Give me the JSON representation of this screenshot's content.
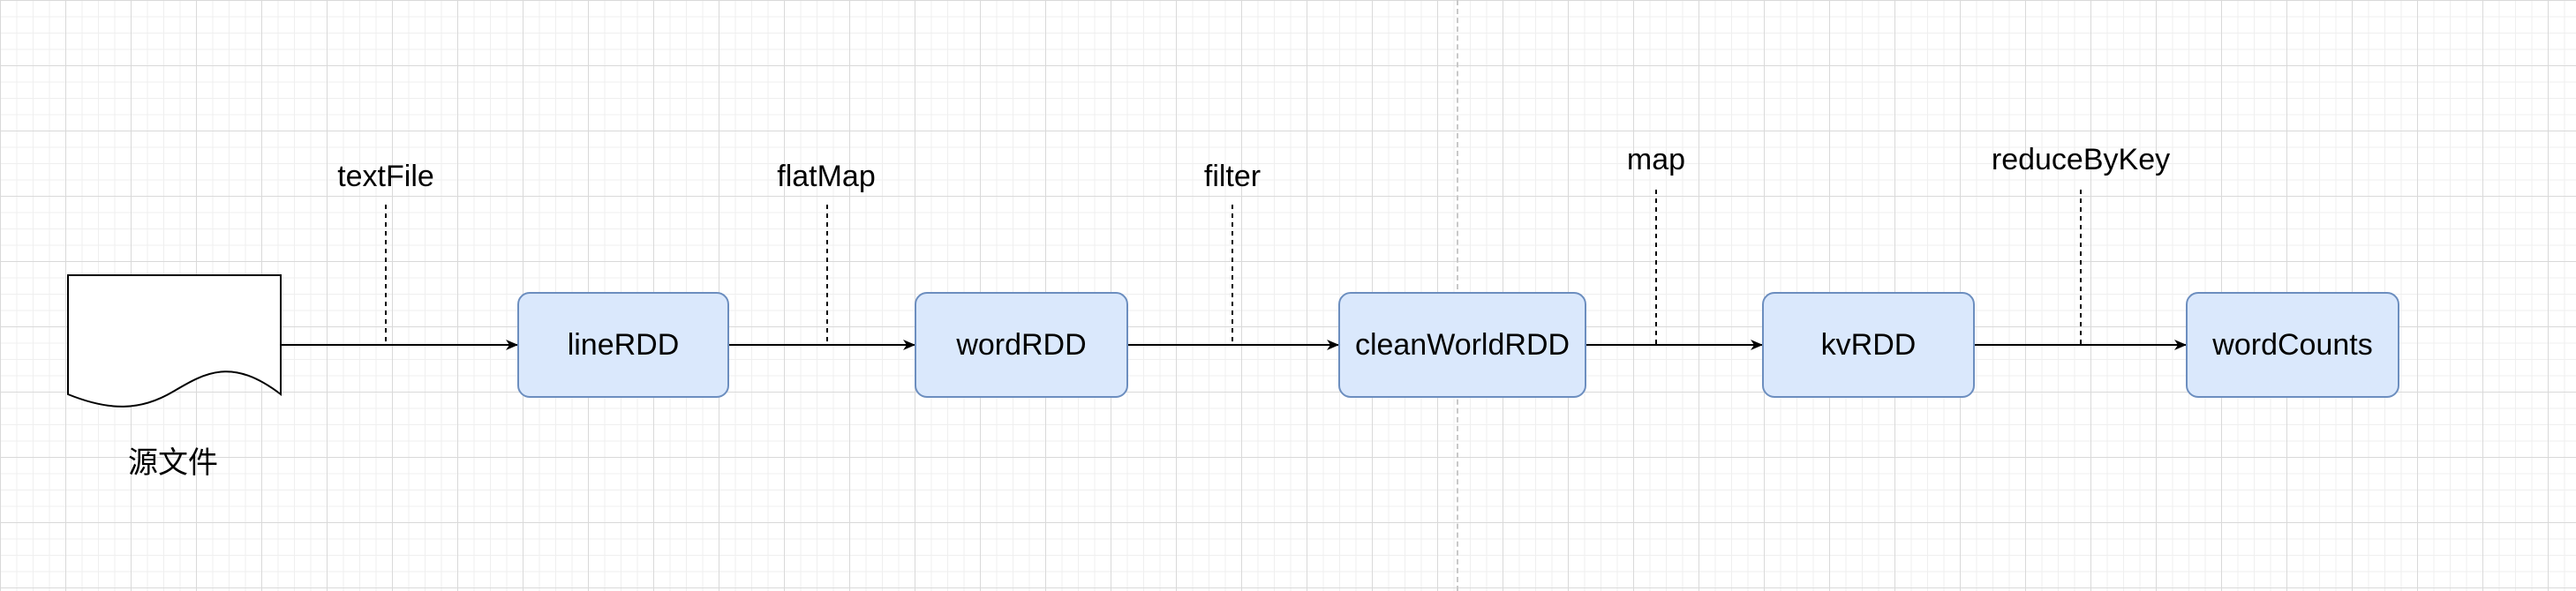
{
  "source": {
    "label": "源文件"
  },
  "nodes": [
    {
      "id": "lineRDD",
      "label": "lineRDD"
    },
    {
      "id": "wordRDD",
      "label": "wordRDD"
    },
    {
      "id": "cleanWorldRDD",
      "label": "cleanWorldRDD"
    },
    {
      "id": "kvRDD",
      "label": "kvRDD"
    },
    {
      "id": "wordCounts",
      "label": "wordCounts"
    }
  ],
  "operations": [
    {
      "from": "source",
      "to": "lineRDD",
      "label": "textFile"
    },
    {
      "from": "lineRDD",
      "to": "wordRDD",
      "label": "flatMap"
    },
    {
      "from": "wordRDD",
      "to": "cleanWorldRDD",
      "label": "filter"
    },
    {
      "from": "cleanWorldRDD",
      "to": "kvRDD",
      "label": "map"
    },
    {
      "from": "kvRDD",
      "to": "wordCounts",
      "label": "reduceByKey"
    }
  ],
  "colors": {
    "node_fill": "#dae8fc",
    "node_stroke": "#6c8ebf",
    "edge": "#000000"
  }
}
